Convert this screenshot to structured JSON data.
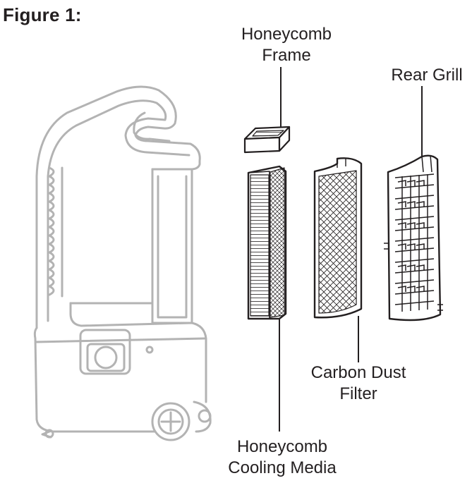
{
  "figure_title": "Figure 1:",
  "labels": {
    "honeycomb_frame": [
      "Honeycomb",
      "Frame"
    ],
    "rear_grill": "Rear Grill",
    "carbon_dust_filter": [
      "Carbon Dust",
      "Filter"
    ],
    "honeycomb_cooling_media": [
      "Honeycomb",
      "Cooling Media"
    ]
  }
}
